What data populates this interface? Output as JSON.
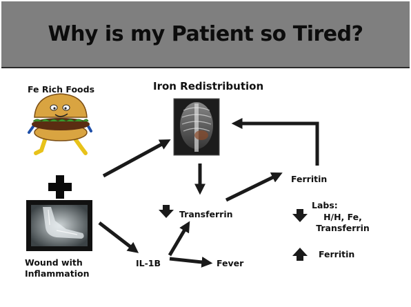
{
  "title": "Why is my Patient so Tired?",
  "nodes": {
    "fe_rich_foods": "Fe Rich Foods",
    "iron_redistribution": "Iron Redistribution",
    "ferritin": "Ferritin",
    "transferrin": "Transferrin",
    "wound": "Wound with Inflammation",
    "il1b": "IL-1B",
    "fever": "Fever"
  },
  "labs": {
    "heading": "Labs:",
    "decreased": "H/H, Fe, Transferrin",
    "increased": "Ferritin"
  },
  "colors": {
    "title_bar": "#7f7f7f",
    "arrow": "#1a1a1a",
    "burger_bun": "#d9a441",
    "burger_legs": "#e8c21a",
    "xray_bg": "#2a2a2a"
  },
  "icons": {
    "plus": "plus-icon",
    "burger": "burger-character-icon",
    "torso_xray": "torso-xray-image",
    "foot_xray": "foot-xray-image"
  }
}
